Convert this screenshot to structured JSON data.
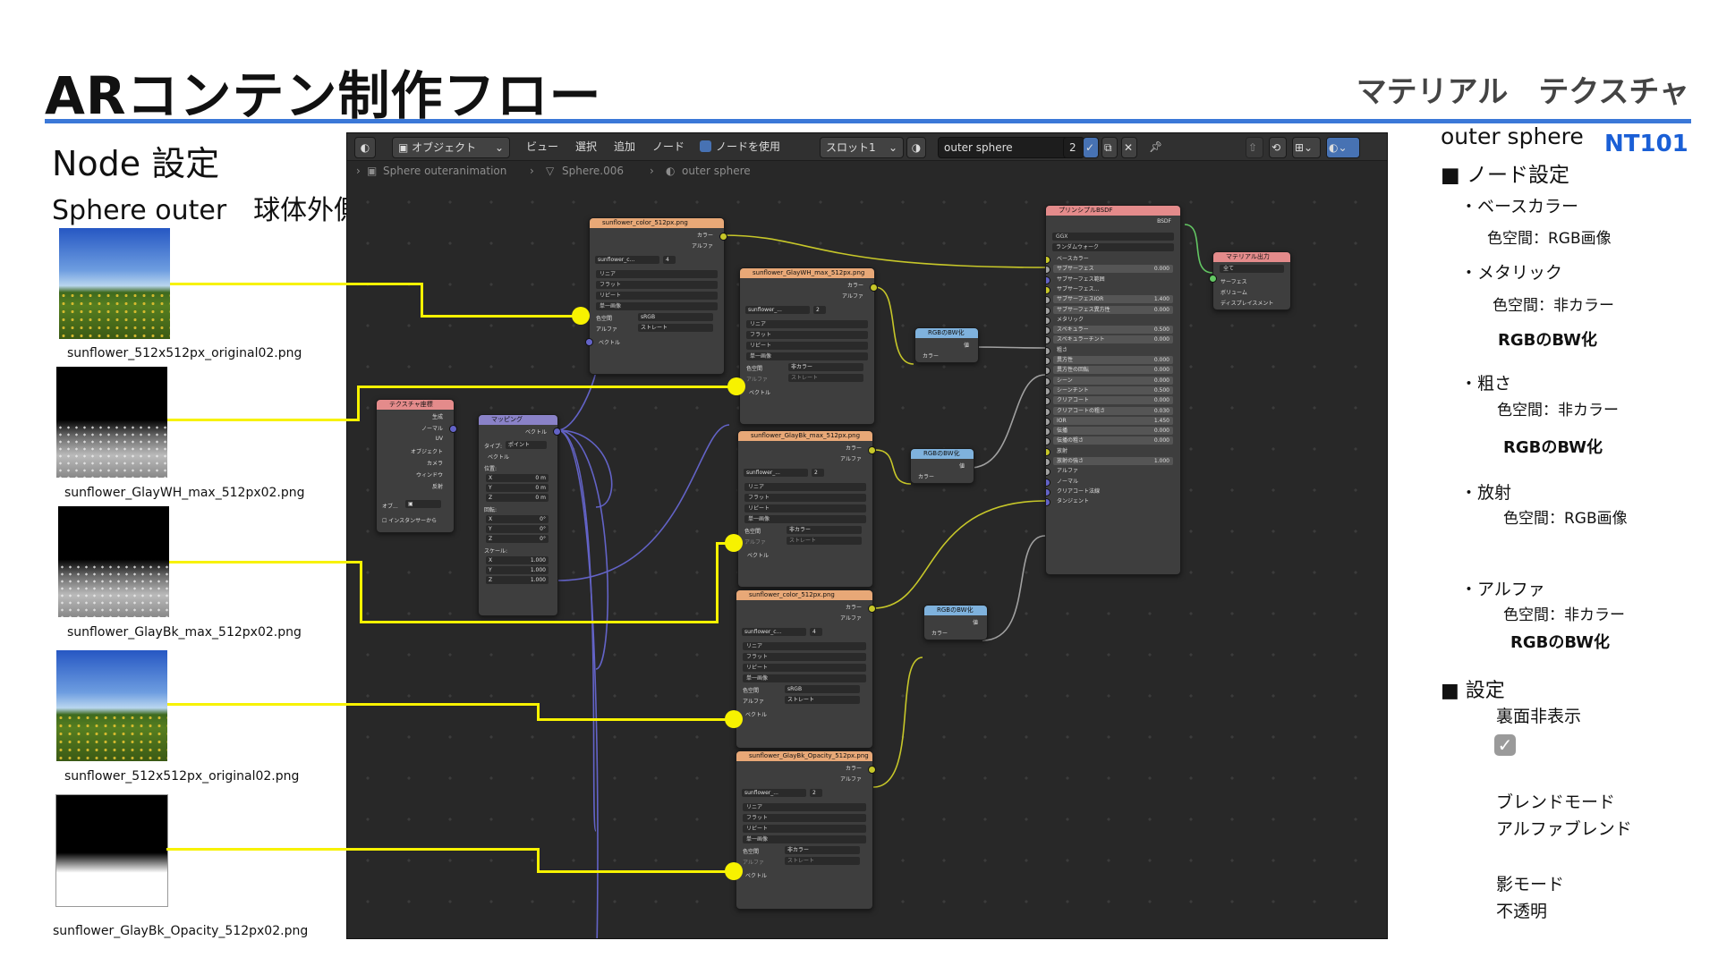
{
  "slide": {
    "title": "ARコンテン制作フロー",
    "subtitle": "マテリアル　テクスチャ",
    "node_heading": "Node 設定",
    "sphere_heading": "Sphere outer　球体外側",
    "accent_color": "#3b78d8"
  },
  "textures": [
    {
      "label": "sunflower_512x512px_original02.png"
    },
    {
      "label": "sunflower_GlayWH_max_512px02.png"
    },
    {
      "label": "sunflower_GlayBk_max_512px02.png"
    },
    {
      "label": "sunflower_512x512px_original02.png"
    },
    {
      "label": "sunflower_GlayBk_Opacity_512px02.png"
    }
  ],
  "editor": {
    "header": {
      "mode": "オブジェクト",
      "menu_view": "ビュー",
      "menu_select": "選択",
      "menu_add": "追加",
      "menu_node": "ノード",
      "use_nodes": "ノードを使用",
      "slot": "スロット1",
      "material_name": "outer sphere",
      "user_count": "2"
    },
    "breadcrumb": {
      "object": "Sphere outeranimation",
      "mesh": "Sphere.006",
      "material": "outer sphere"
    },
    "nodes": {
      "tex_coord": {
        "title": "テクスチャ座標",
        "outputs": [
          "生成",
          "ノーマル",
          "UV",
          "オブジェクト",
          "カメラ",
          "ウィンドウ",
          "反射"
        ],
        "object_label": "オブ...",
        "instancer": "インスタンサーから"
      },
      "mapping": {
        "title": "マッピング",
        "output": "ベクトル",
        "type_label": "タイプ:",
        "type_value": "ポイント",
        "vector": "ベクトル",
        "location": "位置:",
        "rotation": "回転:",
        "scale": "スケール:",
        "loc": [
          "0 m",
          "0 m",
          "0 m"
        ],
        "rot": [
          "0°",
          "0°",
          "0°"
        ],
        "scl": [
          "1.000",
          "1.000",
          "1.000"
        ],
        "axes": [
          "X",
          "Y",
          "Z"
        ]
      },
      "img_color1": {
        "title": "sunflower_color_512px.png",
        "image": "sunflower_c...",
        "users": "4",
        "colorspace": "sRGB",
        "alpha": "ストレート"
      },
      "img_glaywh": {
        "title": "sunflower_GlayWH_max_512px.png",
        "image": "sunflower_...",
        "users": "2",
        "colorspace": "非カラー",
        "alpha": "ストレート"
      },
      "img_glaybk": {
        "title": "sunflower_GlayBk_max_512px.png",
        "image": "sunflower_...",
        "users": "2",
        "colorspace": "非カラー",
        "alpha": "ストレート"
      },
      "img_color2": {
        "title": "sunflower_color_512px.png",
        "image": "sunflower_c...",
        "users": "4",
        "colorspace": "sRGB",
        "alpha": "ストレート"
      },
      "img_opacity": {
        "title": "sunflower_GlayBk_Opacity_512px.png",
        "image": "sunflower_...",
        "users": "2",
        "colorspace": "非カラー",
        "alpha": "ストレート"
      },
      "image_common": {
        "out_color": "カラー",
        "out_alpha": "アルファ",
        "interp": [
          "リニア",
          "フラット",
          "リピート",
          "単一画像"
        ],
        "cs_label": "色空間",
        "alpha_label": "アルファ",
        "vector": "ベクトル"
      },
      "rgb2bw": {
        "title": "RGBのBW化",
        "out": "値",
        "in": "カラー"
      },
      "bsdf": {
        "title": "プリンシプルBSDF",
        "out": "BSDF",
        "distribution": "GGX",
        "subsurface_method": "ランダムウォーク",
        "rows": [
          {
            "label": "ベースカラー",
            "value": ""
          },
          {
            "label": "サブサーフェス",
            "value": "0.000"
          },
          {
            "label": "サブサーフェス範囲",
            "value": ""
          },
          {
            "label": "サブサーフェス...",
            "value": ""
          },
          {
            "label": "サブサーフェスIOR",
            "value": "1.400"
          },
          {
            "label": "サブサーフェス異方性",
            "value": "0.000"
          },
          {
            "label": "メタリック",
            "value": ""
          },
          {
            "label": "スペキュラー",
            "value": "0.500"
          },
          {
            "label": "スペキュラーチント",
            "value": "0.000"
          },
          {
            "label": "粗さ",
            "value": ""
          },
          {
            "label": "異方性",
            "value": "0.000"
          },
          {
            "label": "異方性の回転",
            "value": "0.000"
          },
          {
            "label": "シーン",
            "value": "0.000"
          },
          {
            "label": "シーンチント",
            "value": "0.500"
          },
          {
            "label": "クリアコート",
            "value": "0.000"
          },
          {
            "label": "クリアコートの粗さ",
            "value": "0.030"
          },
          {
            "label": "IOR",
            "value": "1.450"
          },
          {
            "label": "伝播",
            "value": "0.000"
          },
          {
            "label": "伝播の粗さ",
            "value": "0.000"
          },
          {
            "label": "放射",
            "value": ""
          },
          {
            "label": "放射の強さ",
            "value": "1.000"
          },
          {
            "label": "アルファ",
            "value": ""
          },
          {
            "label": "ノーマル",
            "value": ""
          },
          {
            "label": "クリアコート法線",
            "value": ""
          },
          {
            "label": "タンジェント",
            "value": ""
          }
        ]
      },
      "output": {
        "title": "マテリアル出力",
        "target": "全て",
        "inputs": [
          "サーフェス",
          "ボリューム",
          "ディスプレイスメント"
        ]
      }
    }
  },
  "right_panel": {
    "material": "outer sphere",
    "code": "NT101",
    "node_settings": "■ ノード設定",
    "base_color": "・ベースカラー",
    "base_color_cs": "色空間：RGB画像",
    "metallic": "・メタリック",
    "metallic_cs": "色空間：非カラー",
    "metallic_bw": "RGBのBW化",
    "roughness": "・粗さ",
    "roughness_cs": "色空間：非カラー",
    "roughness_bw": "RGBのBW化",
    "emission": "・放射",
    "emission_cs": "色空間：RGB画像",
    "alpha": "・アルファ",
    "alpha_cs": "色空間：非カラー",
    "alpha_bw": "RGBのBW化",
    "settings": "■ 設定",
    "backface": "裏面非表示",
    "backface_checked": true,
    "blend_mode_label": "ブレンドモード",
    "blend_mode": "アルファブレンド",
    "shadow_mode_label": "影モード",
    "shadow_mode": "不透明"
  }
}
